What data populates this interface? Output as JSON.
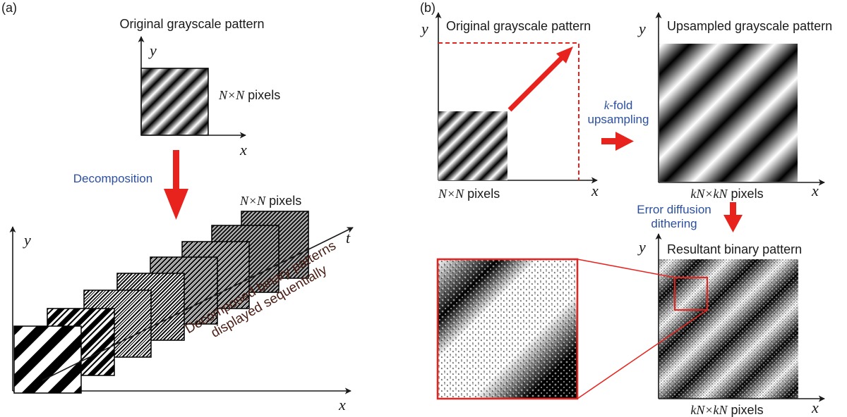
{
  "panel_a": {
    "tag": "(a)",
    "original_title": "Original grayscale pattern",
    "axis_x": "x",
    "axis_y": "y",
    "axis_t": "t",
    "size_var": "N×N",
    "size_unit": " pixels",
    "step_label": "Decomposition",
    "stack_caption_line1": "Decomposed binary patterns",
    "stack_caption_line2": "displayed sequentially"
  },
  "panel_b": {
    "tag": "(b)",
    "original_title": "Original grayscale pattern",
    "upsampled_title": "Upsampled grayscale pattern",
    "result_title": "Resultant binary pattern",
    "axis_x": "x",
    "axis_y": "y",
    "size_small_var": "N×N",
    "size_small_unit": " pixels",
    "size_large_var": "kN×kN",
    "size_large_unit": " pixels",
    "upsampling_k": "k",
    "upsampling_line1_rest": "-fold",
    "upsampling_line2": "upsampling",
    "dither_line1": "Error diffusion",
    "dither_line2": "dithering"
  },
  "colors": {
    "arrow_red": "#e8231e",
    "blue_text": "#2b4fa0",
    "caption_brown": "#4a1e14"
  }
}
